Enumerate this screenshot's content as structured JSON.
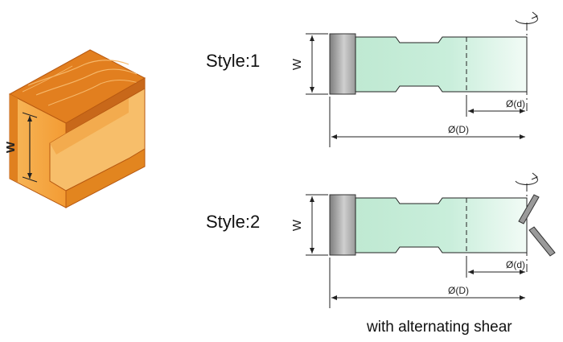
{
  "wood_block": {
    "dimension_label": "W",
    "colors": {
      "top": "#e07d1e",
      "front": "#f5a742",
      "slot": "#f8c271",
      "edge": "#b85a12",
      "grain": "#f8c178"
    }
  },
  "style1": {
    "title": "Style:1",
    "width_label": "W",
    "small_diameter_label": "Ø(d)",
    "large_diameter_label": "Ø(D)"
  },
  "style2": {
    "title": "Style:2",
    "width_label": "W",
    "small_diameter_label": "Ø(d)",
    "large_diameter_label": "Ø(D)"
  },
  "caption": "with alternating shear",
  "colors": {
    "cutter_body": "#c3ebd6",
    "cutter_light": "#eefaf3",
    "steel": "#8e8e8e",
    "steel_light": "#e2e2e2",
    "line": "#222222"
  }
}
